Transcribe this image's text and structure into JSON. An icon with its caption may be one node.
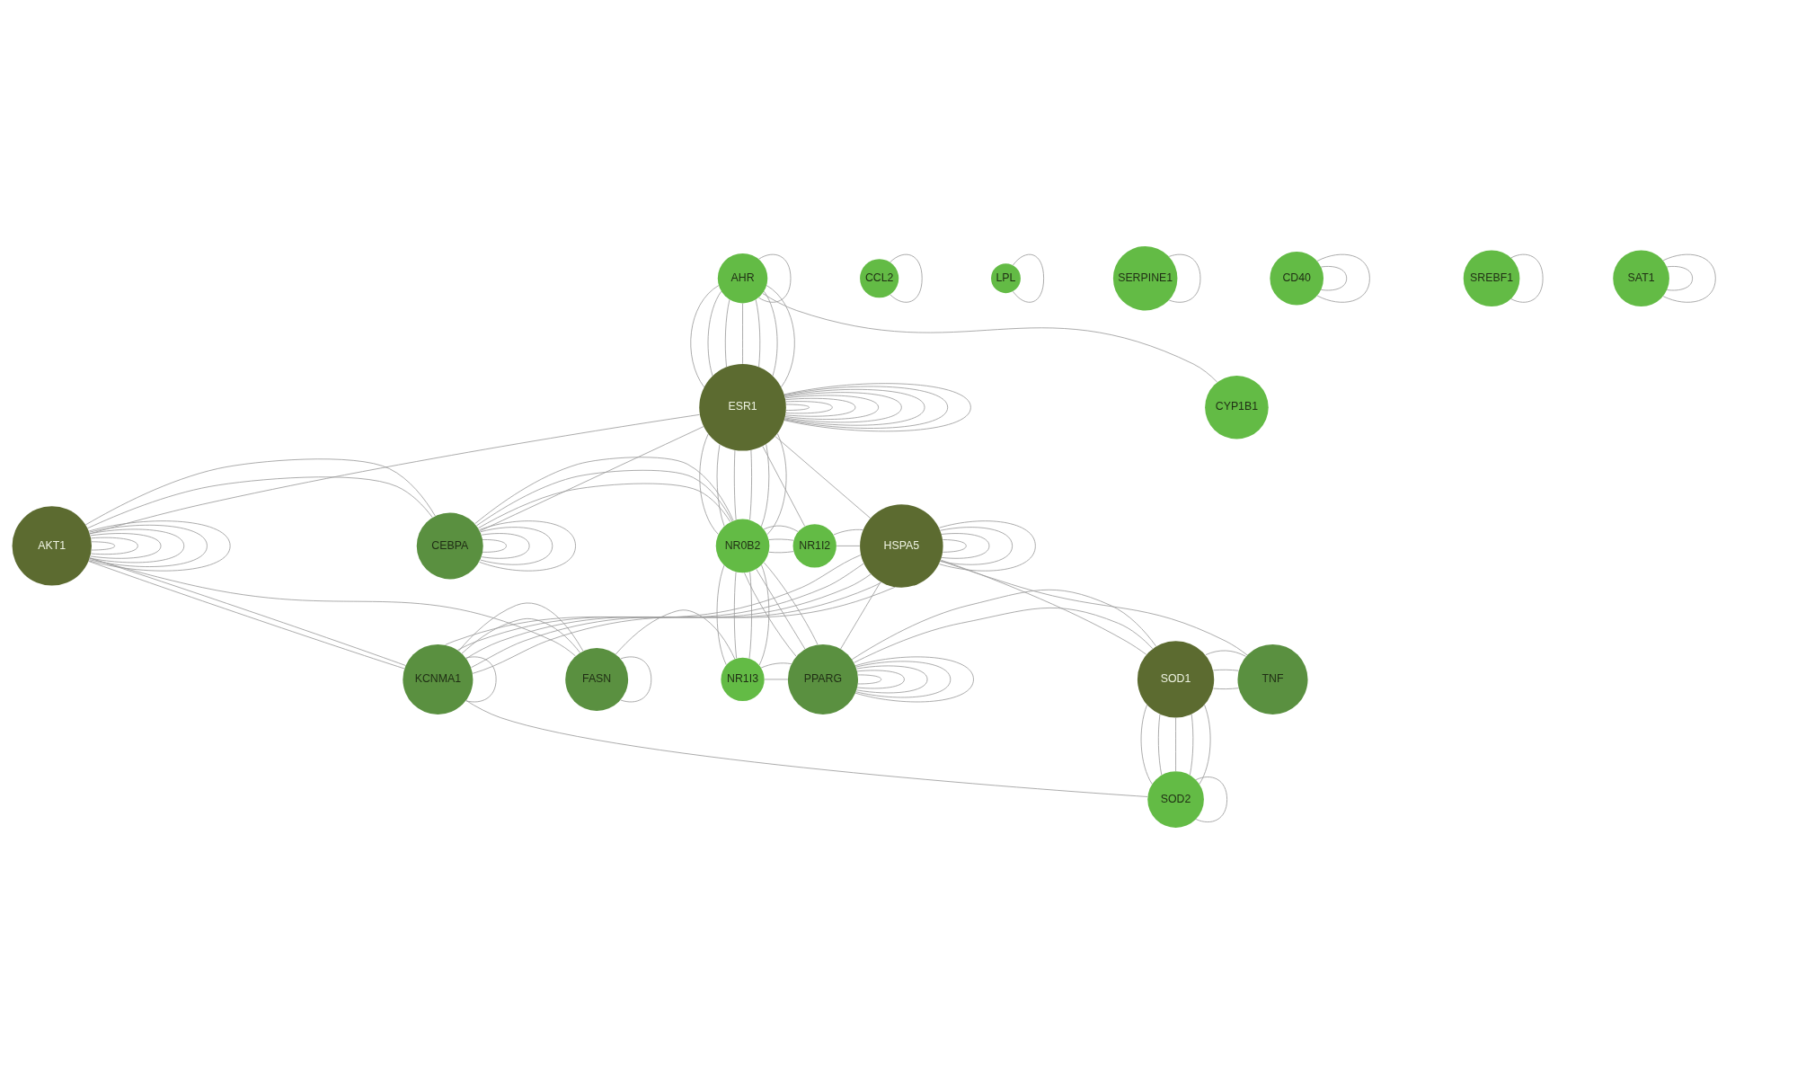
{
  "diagram": {
    "nodes": [
      {
        "text": [
          "AHR"
        ]
      },
      {
        "text": [
          "ESR1"
        ]
      },
      {
        "text": [
          "CYP1B1"
        ]
      },
      {
        "text": [
          "AKT1"
        ]
      },
      {
        "text": [
          "CEBPA"
        ]
      },
      {
        "text": [
          "NR0B2"
        ]
      },
      {
        "text": [
          "NR1I2"
        ]
      },
      {
        "text": [
          "HSPA5"
        ]
      },
      {
        "text": [
          "KCNMA1"
        ]
      },
      {
        "text": [
          "FASN"
        ]
      },
      {
        "text": [
          "NR1I3"
        ]
      },
      {
        "text": [
          "PPARG"
        ]
      },
      {
        "text": [
          "SOD1"
        ]
      },
      {
        "text": [
          "TNF"
        ]
      },
      {
        "text": [
          "SOD2"
        ]
      },
      {
        "text": [
          "CCL2"
        ]
      },
      {
        "text": [
          "LPL"
        ]
      },
      {
        "text": [
          "SERPINE1"
        ]
      },
      {
        "text": [
          "CD40"
        ]
      },
      {
        "text": [
          "SREBF1"
        ]
      },
      {
        "text": [
          "SAT1"
        ]
      }
    ],
    "edges": [
      {
        "from": 0,
        "to": 0,
        "arrow": "none"
      },
      {
        "from": 1,
        "to": 1,
        "arrow": "none"
      },
      {
        "from": 1,
        "to": 1,
        "arrow": "none"
      },
      {
        "from": 1,
        "to": 1,
        "arrow": "none"
      },
      {
        "from": 1,
        "to": 1,
        "arrow": "none"
      },
      {
        "from": 1,
        "to": 1,
        "arrow": "none"
      },
      {
        "from": 1,
        "to": 1,
        "arrow": "none"
      },
      {
        "from": 1,
        "to": 1,
        "arrow": "none"
      },
      {
        "from": 1,
        "to": 1,
        "arrow": "none"
      },
      {
        "from": 0,
        "to": 1,
        "arrow": "none"
      },
      {
        "from": 0,
        "to": 1,
        "arrow": "none"
      },
      {
        "from": 0,
        "to": 1,
        "arrow": "none"
      },
      {
        "from": 0,
        "to": 1,
        "arrow": "none"
      },
      {
        "from": 0,
        "to": 1,
        "arrow": "none"
      },
      {
        "from": 0,
        "to": 1,
        "arrow": "none"
      },
      {
        "from": 0,
        "to": 1,
        "arrow": "none"
      },
      {
        "from": 0,
        "to": 2,
        "arrow": "none"
      },
      {
        "from": 1,
        "to": 3,
        "arrow": "none"
      },
      {
        "from": 1,
        "to": 4,
        "arrow": "none"
      },
      {
        "from": 1,
        "to": 5,
        "arrow": "none"
      },
      {
        "from": 1,
        "to": 5,
        "arrow": "none"
      },
      {
        "from": 1,
        "to": 5,
        "arrow": "none"
      },
      {
        "from": 1,
        "to": 5,
        "arrow": "none"
      },
      {
        "from": 1,
        "to": 5,
        "arrow": "none"
      },
      {
        "from": 1,
        "to": 5,
        "arrow": "none"
      },
      {
        "from": 1,
        "to": 6,
        "arrow": "none"
      },
      {
        "from": 1,
        "to": 7,
        "arrow": "none"
      },
      {
        "from": 3,
        "to": 3,
        "arrow": "none"
      },
      {
        "from": 3,
        "to": 3,
        "arrow": "none"
      },
      {
        "from": 3,
        "to": 3,
        "arrow": "none"
      },
      {
        "from": 3,
        "to": 3,
        "arrow": "none"
      },
      {
        "from": 3,
        "to": 3,
        "arrow": "none"
      },
      {
        "from": 3,
        "to": 3,
        "arrow": "none"
      },
      {
        "from": 4,
        "to": 4,
        "arrow": "none"
      },
      {
        "from": 4,
        "to": 4,
        "arrow": "none"
      },
      {
        "from": 4,
        "to": 4,
        "arrow": "none"
      },
      {
        "from": 4,
        "to": 4,
        "arrow": "none"
      },
      {
        "from": 3,
        "to": 4,
        "arrow": "none"
      },
      {
        "from": 3,
        "to": 4,
        "arrow": "none"
      },
      {
        "from": 4,
        "to": 5,
        "arrow": "none"
      },
      {
        "from": 4,
        "to": 5,
        "arrow": "none"
      },
      {
        "from": 4,
        "to": 5,
        "arrow": "none"
      },
      {
        "from": 5,
        "to": 6,
        "arrow": "none"
      },
      {
        "from": 5,
        "to": 6,
        "arrow": "none"
      },
      {
        "from": 5,
        "to": 6,
        "arrow": "none"
      },
      {
        "from": 6,
        "to": 7,
        "arrow": "none"
      },
      {
        "from": 6,
        "to": 7,
        "arrow": "none"
      },
      {
        "from": 7,
        "to": 7,
        "arrow": "none"
      },
      {
        "from": 7,
        "to": 7,
        "arrow": "none"
      },
      {
        "from": 7,
        "to": 7,
        "arrow": "none"
      },
      {
        "from": 7,
        "to": 7,
        "arrow": "none"
      },
      {
        "from": 3,
        "to": 8,
        "arrow": "none"
      },
      {
        "from": 3,
        "to": 8,
        "arrow": "none"
      },
      {
        "from": 3,
        "to": 9,
        "arrow": "none"
      },
      {
        "from": 8,
        "to": 8,
        "arrow": "none"
      },
      {
        "from": 9,
        "to": 9,
        "arrow": "none"
      },
      {
        "from": 7,
        "to": 8,
        "arrow": "none"
      },
      {
        "from": 7,
        "to": 8,
        "arrow": "none"
      },
      {
        "from": 7,
        "to": 8,
        "arrow": "none"
      },
      {
        "from": 7,
        "to": 8,
        "arrow": "none"
      },
      {
        "from": 7,
        "to": 8,
        "arrow": "none"
      },
      {
        "from": 8,
        "to": 9,
        "arrow": "none"
      },
      {
        "from": 8,
        "to": 9,
        "arrow": "none"
      },
      {
        "from": 9,
        "to": 10,
        "arrow": "none"
      },
      {
        "from": 10,
        "to": 11,
        "arrow": "none"
      },
      {
        "from": 10,
        "to": 11,
        "arrow": "none"
      },
      {
        "from": 5,
        "to": 10,
        "arrow": "none"
      },
      {
        "from": 5,
        "to": 10,
        "arrow": "none"
      },
      {
        "from": 5,
        "to": 10,
        "arrow": "none"
      },
      {
        "from": 5,
        "to": 10,
        "arrow": "none"
      },
      {
        "from": 5,
        "to": 11,
        "arrow": "none"
      },
      {
        "from": 5,
        "to": 11,
        "arrow": "none"
      },
      {
        "from": 5,
        "to": 11,
        "arrow": "none"
      },
      {
        "from": 11,
        "to": 11,
        "arrow": "none"
      },
      {
        "from": 11,
        "to": 11,
        "arrow": "none"
      },
      {
        "from": 11,
        "to": 11,
        "arrow": "none"
      },
      {
        "from": 11,
        "to": 11,
        "arrow": "none"
      },
      {
        "from": 11,
        "to": 11,
        "arrow": "none"
      },
      {
        "from": 7,
        "to": 11,
        "arrow": "none"
      },
      {
        "from": 7,
        "to": 12,
        "arrow": "none"
      },
      {
        "from": 7,
        "to": 13,
        "arrow": "none"
      },
      {
        "from": 11,
        "to": 12,
        "arrow": "none"
      },
      {
        "from": 11,
        "to": 12,
        "arrow": "none"
      },
      {
        "from": 12,
        "to": 13,
        "arrow": "none"
      },
      {
        "from": 12,
        "to": 13,
        "arrow": "none"
      },
      {
        "from": 12,
        "to": 13,
        "arrow": "none"
      },
      {
        "from": 8,
        "to": 14,
        "arrow": "none"
      },
      {
        "from": 14,
        "to": 14,
        "arrow": "none"
      },
      {
        "from": 12,
        "to": 14,
        "arrow": "none"
      },
      {
        "from": 12,
        "to": 14,
        "arrow": "none"
      },
      {
        "from": 12,
        "to": 14,
        "arrow": "none"
      },
      {
        "from": 12,
        "to": 14,
        "arrow": "none"
      },
      {
        "from": 12,
        "to": 14,
        "arrow": "none"
      },
      {
        "from": 15,
        "to": 15,
        "arrow": "none"
      },
      {
        "from": 16,
        "to": 16,
        "arrow": "none"
      },
      {
        "from": 17,
        "to": 17,
        "arrow": "none"
      },
      {
        "from": 18,
        "to": 18,
        "arrow": "none"
      },
      {
        "from": 18,
        "to": 18,
        "arrow": "none"
      },
      {
        "from": 19,
        "to": 19,
        "arrow": "none"
      },
      {
        "from": 20,
        "to": 20,
        "arrow": "none"
      },
      {
        "from": 20,
        "to": 20,
        "arrow": "none"
      }
    ]
  }
}
